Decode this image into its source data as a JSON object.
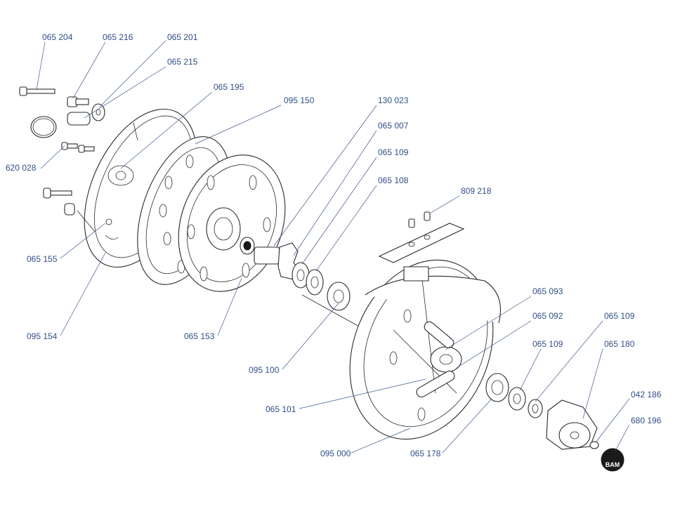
{
  "colors": {
    "label": "#2f4f86",
    "leader": "#3b5a8c",
    "line": "#2a2a2a"
  },
  "badge_text": "BAM",
  "labels": [
    {
      "id": "l1",
      "text": "065 204"
    },
    {
      "id": "l2",
      "text": "065 216"
    },
    {
      "id": "l3",
      "text": "065 201"
    },
    {
      "id": "l4",
      "text": "065 215"
    },
    {
      "id": "l5",
      "text": "065 195"
    },
    {
      "id": "l6",
      "text": "095 150"
    },
    {
      "id": "l7",
      "text": "130 023"
    },
    {
      "id": "l8",
      "text": "065 007"
    },
    {
      "id": "l9",
      "text": "065 109"
    },
    {
      "id": "l10",
      "text": "065 108"
    },
    {
      "id": "l11",
      "text": "809 218"
    },
    {
      "id": "l12",
      "text": "620 028"
    },
    {
      "id": "l13",
      "text": "065 155"
    },
    {
      "id": "l14",
      "text": "095 154"
    },
    {
      "id": "l15",
      "text": "065 153"
    },
    {
      "id": "l16",
      "text": "095 100"
    },
    {
      "id": "l17",
      "text": "065 093"
    },
    {
      "id": "l18",
      "text": "065 092"
    },
    {
      "id": "l19",
      "text": "065 109"
    },
    {
      "id": "l20",
      "text": "065 109"
    },
    {
      "id": "l21",
      "text": "065 180"
    },
    {
      "id": "l22",
      "text": "065 101"
    },
    {
      "id": "l23",
      "text": "042 186"
    },
    {
      "id": "l24",
      "text": "680 196"
    },
    {
      "id": "l25",
      "text": "095 000"
    },
    {
      "id": "l26",
      "text": "065 178"
    }
  ]
}
